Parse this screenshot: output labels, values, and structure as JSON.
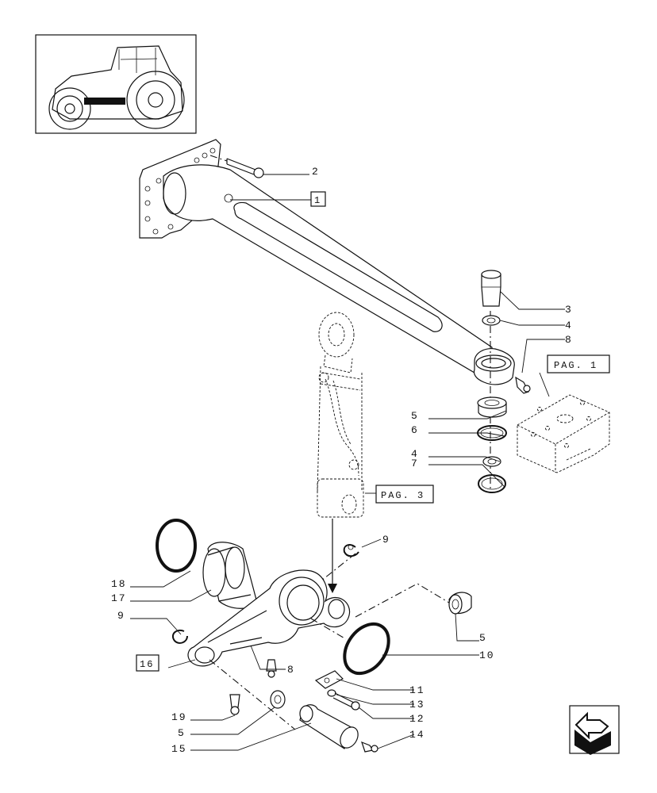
{
  "labels": {
    "n1": "1",
    "n2": "2",
    "n3": "3",
    "n4a": "4",
    "n8a": "8",
    "pag1": "PAG. 1",
    "n5a": "5",
    "n6": "6",
    "n4b": "4",
    "n7": "7",
    "pag3": "PAG. 3",
    "n9a": "9",
    "n18": "18",
    "n17": "17",
    "n9b": "9",
    "n5b": "5",
    "n10": "10",
    "n16": "16",
    "n8b": "8",
    "n11": "11",
    "n13": "13",
    "n12": "12",
    "n19": "19",
    "n5c": "5",
    "n14": "14",
    "n15": "15"
  }
}
